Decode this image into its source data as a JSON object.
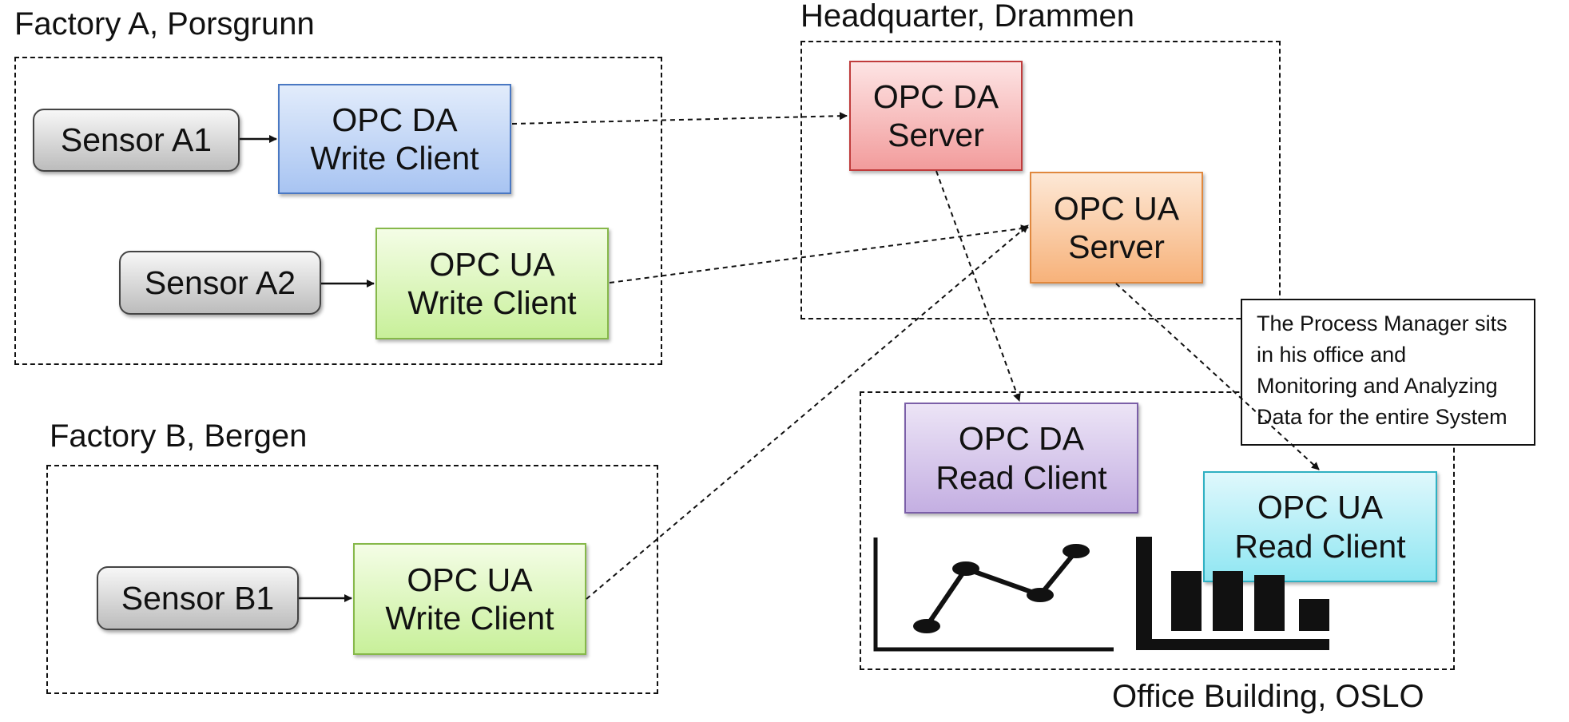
{
  "regions": {
    "factory_a": "Factory A, Porsgrunn",
    "factory_b": "Factory B, Bergen",
    "headquarter": "Headquarter, Drammen",
    "office": "Office Building, OSLO"
  },
  "nodes": {
    "sensor_a1": "Sensor A1",
    "sensor_a2": "Sensor A2",
    "sensor_b1": "Sensor B1",
    "opc_da_write_client": [
      "OPC DA",
      "Write Client"
    ],
    "opc_ua_write_client_a": [
      "OPC UA",
      "Write Client"
    ],
    "opc_ua_write_client_b": [
      "OPC UA",
      "Write Client"
    ],
    "opc_da_server": [
      "OPC DA",
      "Server"
    ],
    "opc_ua_server": [
      "OPC UA",
      "Server"
    ],
    "opc_da_read_client": [
      "OPC DA",
      "Read Client"
    ],
    "opc_ua_read_client": [
      "OPC UA",
      "Read Client"
    ]
  },
  "note": [
    "The Process Manager sits",
    "in his office and",
    "Monitoring and Analyzing",
    "Data for the entire System"
  ],
  "icons": [
    "line-chart-icon",
    "bar-chart-icon"
  ],
  "colors": {
    "da_write_client": "#a8c4f2",
    "ua_write_client": "#c8f09a",
    "da_server": "#f29c9c",
    "ua_server": "#f7b27a",
    "da_read_client": "#c4afe2",
    "ua_read_client": "#8fe6f2"
  }
}
